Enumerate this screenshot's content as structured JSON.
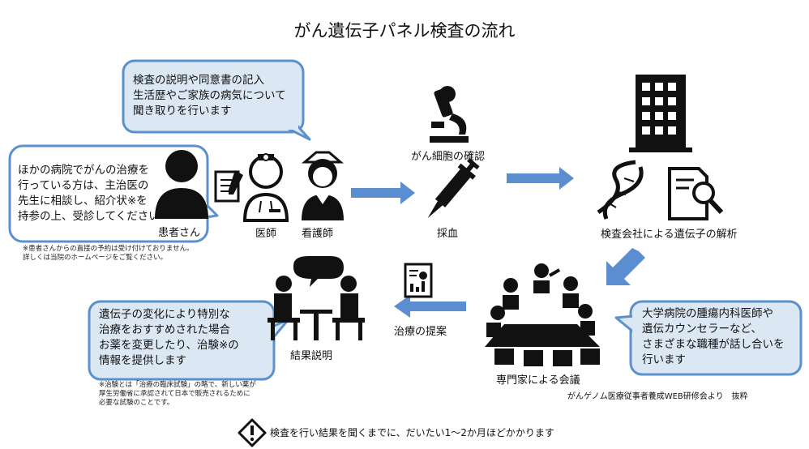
{
  "title": "がん遺伝子パネル検査の流れ",
  "bubbles": {
    "explain": [
      "検査の説明や同意書の記入",
      "生活歴やご家族の病気について",
      "聞き取りを行います"
    ],
    "patient": [
      "ほかの病院でがんの治療を",
      "行っている方は、主治医の",
      "先生に相談し、紹介状※を",
      "持参の上、受診してください"
    ],
    "result": [
      "遺伝子の変化により特別な",
      "治療をおすすめされた場合",
      "お薬を変更したり、治験※の",
      "情報を提供します"
    ],
    "meeting": [
      "大学病院の腫瘍内科医師や",
      "遺伝カウンセラーなど、",
      "さまざまな職種が話し合いを",
      "行います"
    ]
  },
  "labels": {
    "patient": "患者さん",
    "doctor": "医師",
    "nurse": "看護師",
    "cancer_cell": "がん細胞の確認",
    "blood": "採血",
    "analysis": "検査会社による遺伝子の解析",
    "expert_meeting": "専門家による会議",
    "treatment_proposal": "治療の提案",
    "result_explanation": "結果説明"
  },
  "notes": {
    "referral": [
      "※患者さんからの直接の予約は受け付けておりません。",
      "詳しくは当院のホームページをご覧ください。"
    ],
    "trial": [
      "※治験とは「治療の臨床試験」の略で、新しい薬が",
      "厚生労働省に承認されて日本で販売されるために",
      "必要な試験のことです。"
    ],
    "source": "がんゲノム医療従事者養成WEB研修会より　抜粋",
    "duration": "検査を行い結果を聞くまでに、だいたい1～2か月ほどかかります"
  },
  "colors": {
    "bubble_fill": "#dce7f4",
    "bubble_stroke": "#5b90cc",
    "arrow": "#5a8ed0",
    "icon": "#111111"
  }
}
